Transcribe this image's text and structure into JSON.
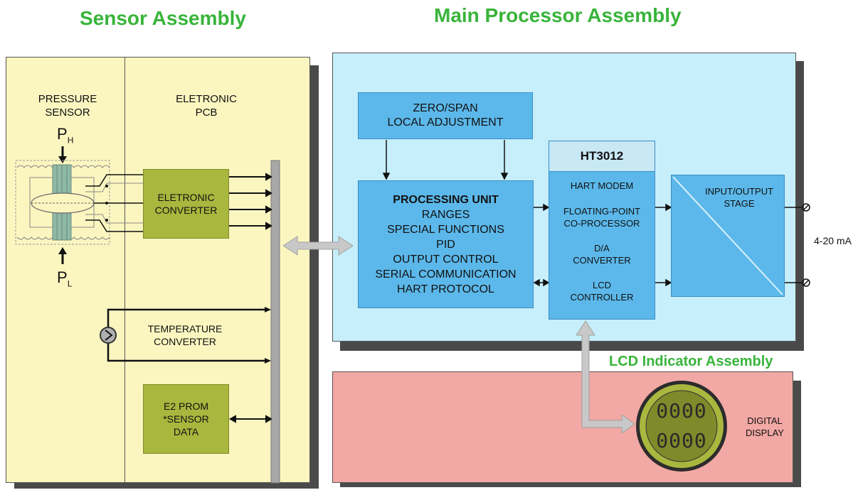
{
  "titles": {
    "sensor": "Sensor Assembly",
    "main": "Main Processor Assembly",
    "lcd": "LCD Indicator Assembly"
  },
  "sensor": {
    "pressure_label": [
      "PRESSURE",
      "SENSOR"
    ],
    "pcb_label": [
      "ELETRONIC",
      "PCB"
    ],
    "ph_main": "P",
    "ph_sub": "H",
    "pl_main": "P",
    "pl_sub": "L",
    "converter": [
      "ELETRONIC",
      "CONVERTER"
    ],
    "temperature": [
      "TEMPERATURE",
      "CONVERTER"
    ],
    "eeprom": [
      "E2 PROM",
      "*SENSOR",
      "DATA"
    ]
  },
  "main": {
    "zero_span": [
      "ZERO/SPAN",
      "LOCAL ADJUSTMENT"
    ],
    "processing_title": "PROCESSING UNIT",
    "processing_items": [
      "RANGES",
      "SPECIAL FUNCTIONS",
      "PID",
      "OUTPUT CONTROL",
      "SERIAL COMMUNICATION",
      "HART PROTOCOL"
    ],
    "ht_title": "HT3012",
    "ht_items": [
      [
        "HART MODEM"
      ],
      [
        "FLOATING-POINT",
        "CO-PROCESSOR"
      ],
      [
        "D/A",
        "CONVERTER"
      ],
      [
        "LCD",
        "CONTROLLER"
      ]
    ],
    "io_stage": [
      "INPUT/OUTPUT",
      "STAGE"
    ],
    "current": "4-20 mA"
  },
  "lcd": {
    "digits_top": "0000",
    "digits_bottom": "0000",
    "display_label": [
      "DIGITAL",
      "DISPLAY"
    ]
  },
  "colors": {
    "title_green": "#38b43a",
    "sensor_bg": "#fbf6c0",
    "main_bg": "#c6effb",
    "lcd_bg": "#f2a8a4",
    "block_green": "#a9b73e",
    "block_blue": "#5cb8ea"
  }
}
